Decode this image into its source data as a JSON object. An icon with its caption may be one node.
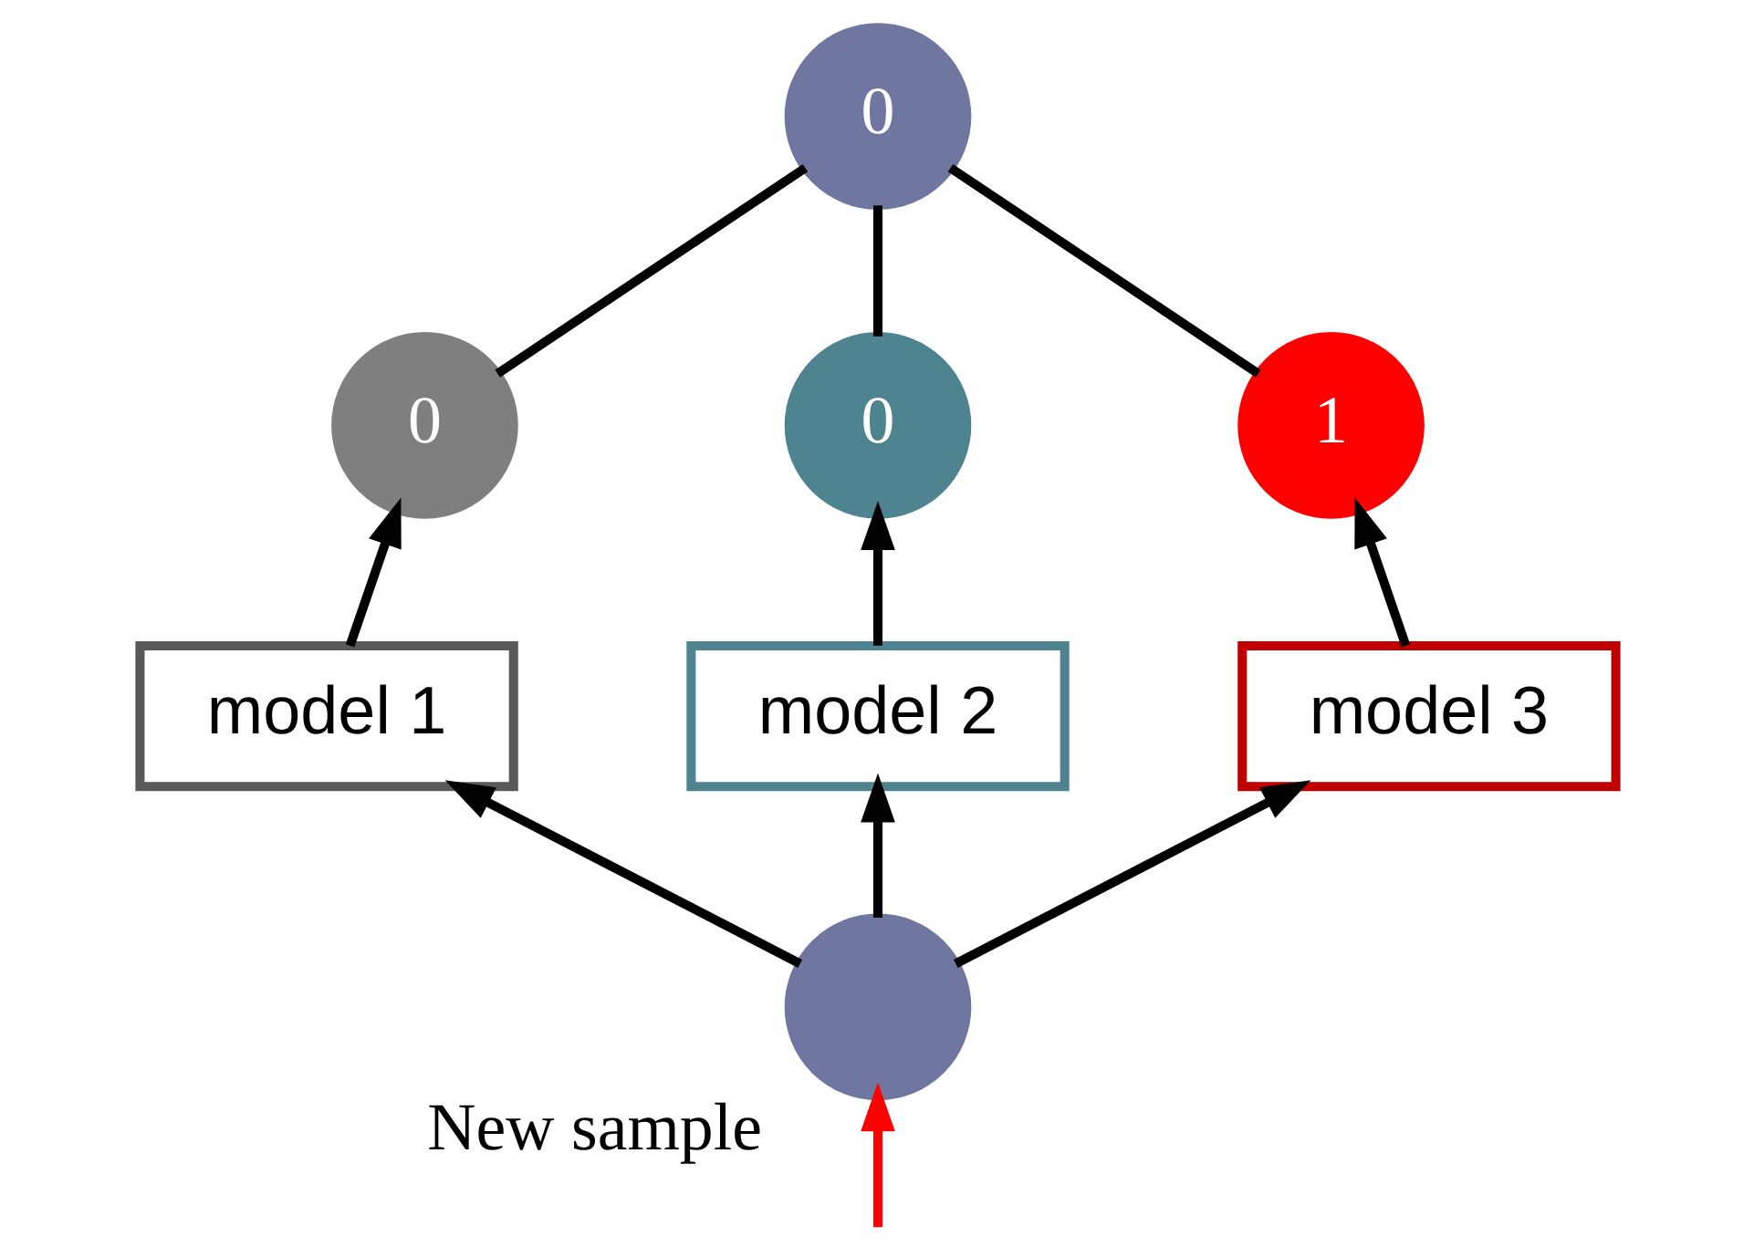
{
  "diagram": {
    "nodes": [
      {
        "text": [
          "0"
        ]
      },
      {
        "text": [
          "0"
        ]
      },
      {
        "text": [
          "0"
        ]
      },
      {
        "text": [
          "1"
        ]
      },
      {
        "text": [
          "model 1"
        ]
      },
      {
        "text": [
          "model 2"
        ]
      },
      {
        "text": [
          "model 3"
        ]
      },
      {
        "text": [],
        "shape": "circle",
        "beside": [
          "New sample"
        ]
      }
    ],
    "edges": [
      {
        "from": 7,
        "to": 4,
        "arrow": "to"
      },
      {
        "from": 7,
        "to": 5,
        "arrow": "to"
      },
      {
        "from": 7,
        "to": 6,
        "arrow": "to"
      },
      {
        "from": 4,
        "to": 1,
        "arrow": "to"
      },
      {
        "from": 5,
        "to": 2,
        "arrow": "to"
      },
      {
        "from": 6,
        "to": 3,
        "arrow": "to"
      },
      {
        "from": 1,
        "to": 0,
        "arrow": "none"
      },
      {
        "from": 2,
        "to": 0,
        "arrow": "none"
      },
      {
        "from": 3,
        "to": 0,
        "arrow": "none"
      },
      {
        "from": null,
        "to": 7,
        "arrow": "to",
        "color": "#ff0000"
      }
    ]
  }
}
